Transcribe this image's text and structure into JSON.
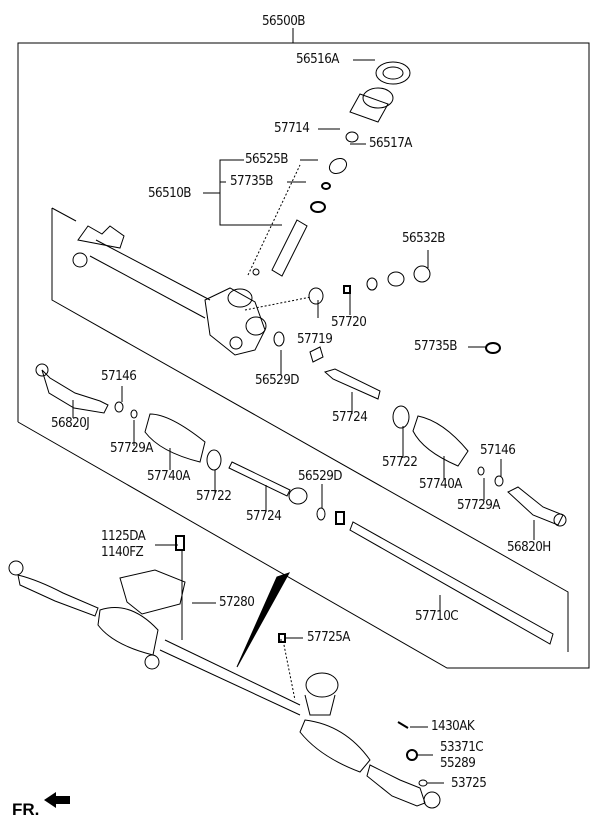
{
  "diagram": {
    "assembly_label": "56500B",
    "parts": [
      {
        "id": "56516A"
      },
      {
        "id": "57714"
      },
      {
        "id": "56517A"
      },
      {
        "id": "56525B"
      },
      {
        "id": "57735B"
      },
      {
        "id": "56510B"
      },
      {
        "id": "56532B"
      },
      {
        "id": "57720"
      },
      {
        "id": "57719"
      },
      {
        "id": "57735B"
      },
      {
        "id": "56529D"
      },
      {
        "id": "57146"
      },
      {
        "id": "56820J"
      },
      {
        "id": "57724"
      },
      {
        "id": "57729A"
      },
      {
        "id": "57722"
      },
      {
        "id": "57740A"
      },
      {
        "id": "57722"
      },
      {
        "id": "57724"
      },
      {
        "id": "56529D"
      },
      {
        "id": "57740A"
      },
      {
        "id": "57146"
      },
      {
        "id": "57729A"
      },
      {
        "id": "56820H"
      },
      {
        "id": "1125DA"
      },
      {
        "id": "1140FZ"
      },
      {
        "id": "57280"
      },
      {
        "id": "57710C"
      },
      {
        "id": "57725A"
      },
      {
        "id": "1430AK"
      },
      {
        "id": "53371C"
      },
      {
        "id": "55289"
      },
      {
        "id": "53725"
      }
    ],
    "direction_label": "FR."
  }
}
